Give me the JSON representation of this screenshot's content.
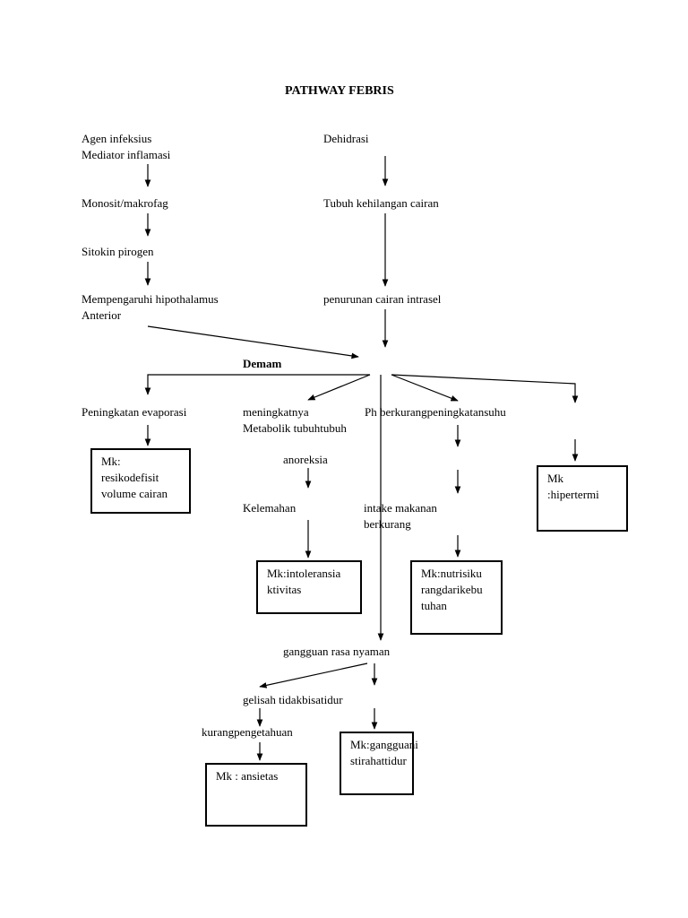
{
  "title": "PATHWAY FEBRIS",
  "left_chain": {
    "agen": "Agen infeksius",
    "mediator": "Mediator inflamasi",
    "monosit": "Monosit/makrofag",
    "sitokin": "Sitokin pirogen",
    "hipo_1": "Mempengaruhi hipothalamus",
    "hipo_2": "Anterior"
  },
  "right_chain": {
    "dehidrasi": "Dehidrasi",
    "kehilangan": "Tubuh kehilangan cairan",
    "penurunan": "penurunan cairan intrasel"
  },
  "center": {
    "demam": "Demam"
  },
  "branches": {
    "evaporasi": "Peningkatan evaporasi",
    "metabolik_1": "meningkatnya",
    "metabolik_2": "Metabolik tubuhtubuh",
    "ph": "Ph berkurangpeningkatansuhu",
    "anoreksia": "anoreksia",
    "kelemahan": "Kelemahan",
    "intake_1": "intake makanan",
    "intake_2": "berkurang",
    "gangguan": "gangguan rasa nyaman",
    "gelisah": "gelisah tidakbisatidur",
    "kurang": "kurangpengetahuan"
  },
  "boxes": {
    "cairan": [
      "Mk:",
      "resikodefisit",
      "volume cairan"
    ],
    "hipertermi": [
      "Mk",
      ":hipertermi"
    ],
    "intoleransi": [
      "Mk:intoleransia",
      "ktivitas"
    ],
    "nutrisi": [
      "Mk:nutrisiku",
      "rangdarikebu",
      "tuhan"
    ],
    "tidur": [
      "Mk:gangguani",
      "stirahattidur"
    ],
    "ansietas": [
      "Mk : ansietas"
    ]
  }
}
